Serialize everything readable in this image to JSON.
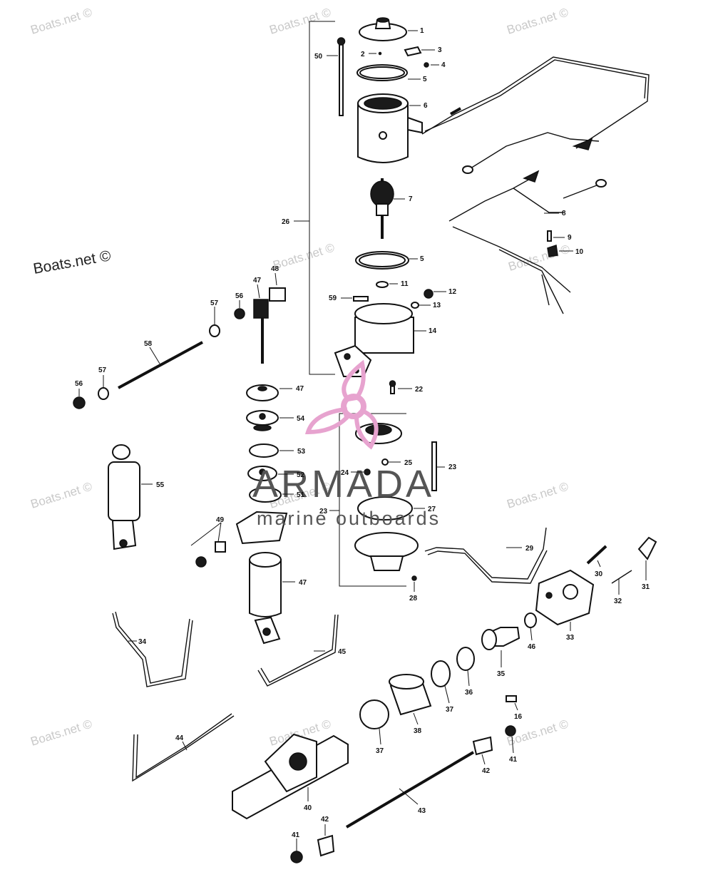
{
  "watermarks": {
    "site": "Boats.net ©",
    "brand": "ARMADA",
    "brand_sub": "marine outboards"
  },
  "colors": {
    "ink": "#111111",
    "watermark_gray": "#c9c9c9",
    "brand_pink": "#e7a3cf",
    "brand_gray": "#555555"
  },
  "callouts": [
    "1",
    "2",
    "3",
    "4",
    "5",
    "6",
    "50",
    "7",
    "26",
    "8",
    "9",
    "10",
    "5",
    "11",
    "12",
    "13",
    "59",
    "14",
    "48",
    "47",
    "56",
    "57",
    "58",
    "22",
    "56",
    "57",
    "47",
    "54",
    "25",
    "24",
    "23",
    "53",
    "52",
    "51",
    "55",
    "23",
    "27",
    "49",
    "29",
    "47",
    "28",
    "30",
    "31",
    "32",
    "33",
    "34",
    "45",
    "46",
    "35",
    "36",
    "37",
    "16",
    "38",
    "37",
    "41",
    "42",
    "44",
    "40",
    "43",
    "42",
    "41"
  ]
}
